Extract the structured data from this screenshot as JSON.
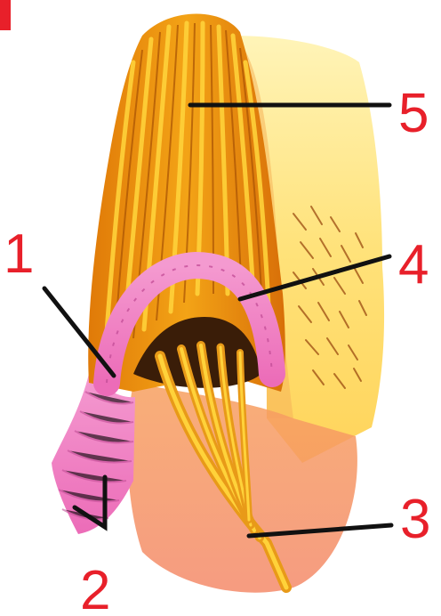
{
  "labels": {
    "l1": "1",
    "l2": "2",
    "l3": "3",
    "l4": "4",
    "l5": "5"
  },
  "colors": {
    "label": "#e8202a",
    "leader": "#111111",
    "fibers": "#e88a10",
    "fiber_highlight": "#ffd23a",
    "ring": "#f07cc0",
    "skin": "#ffe070",
    "skin_edge": "#f08a3a"
  }
}
